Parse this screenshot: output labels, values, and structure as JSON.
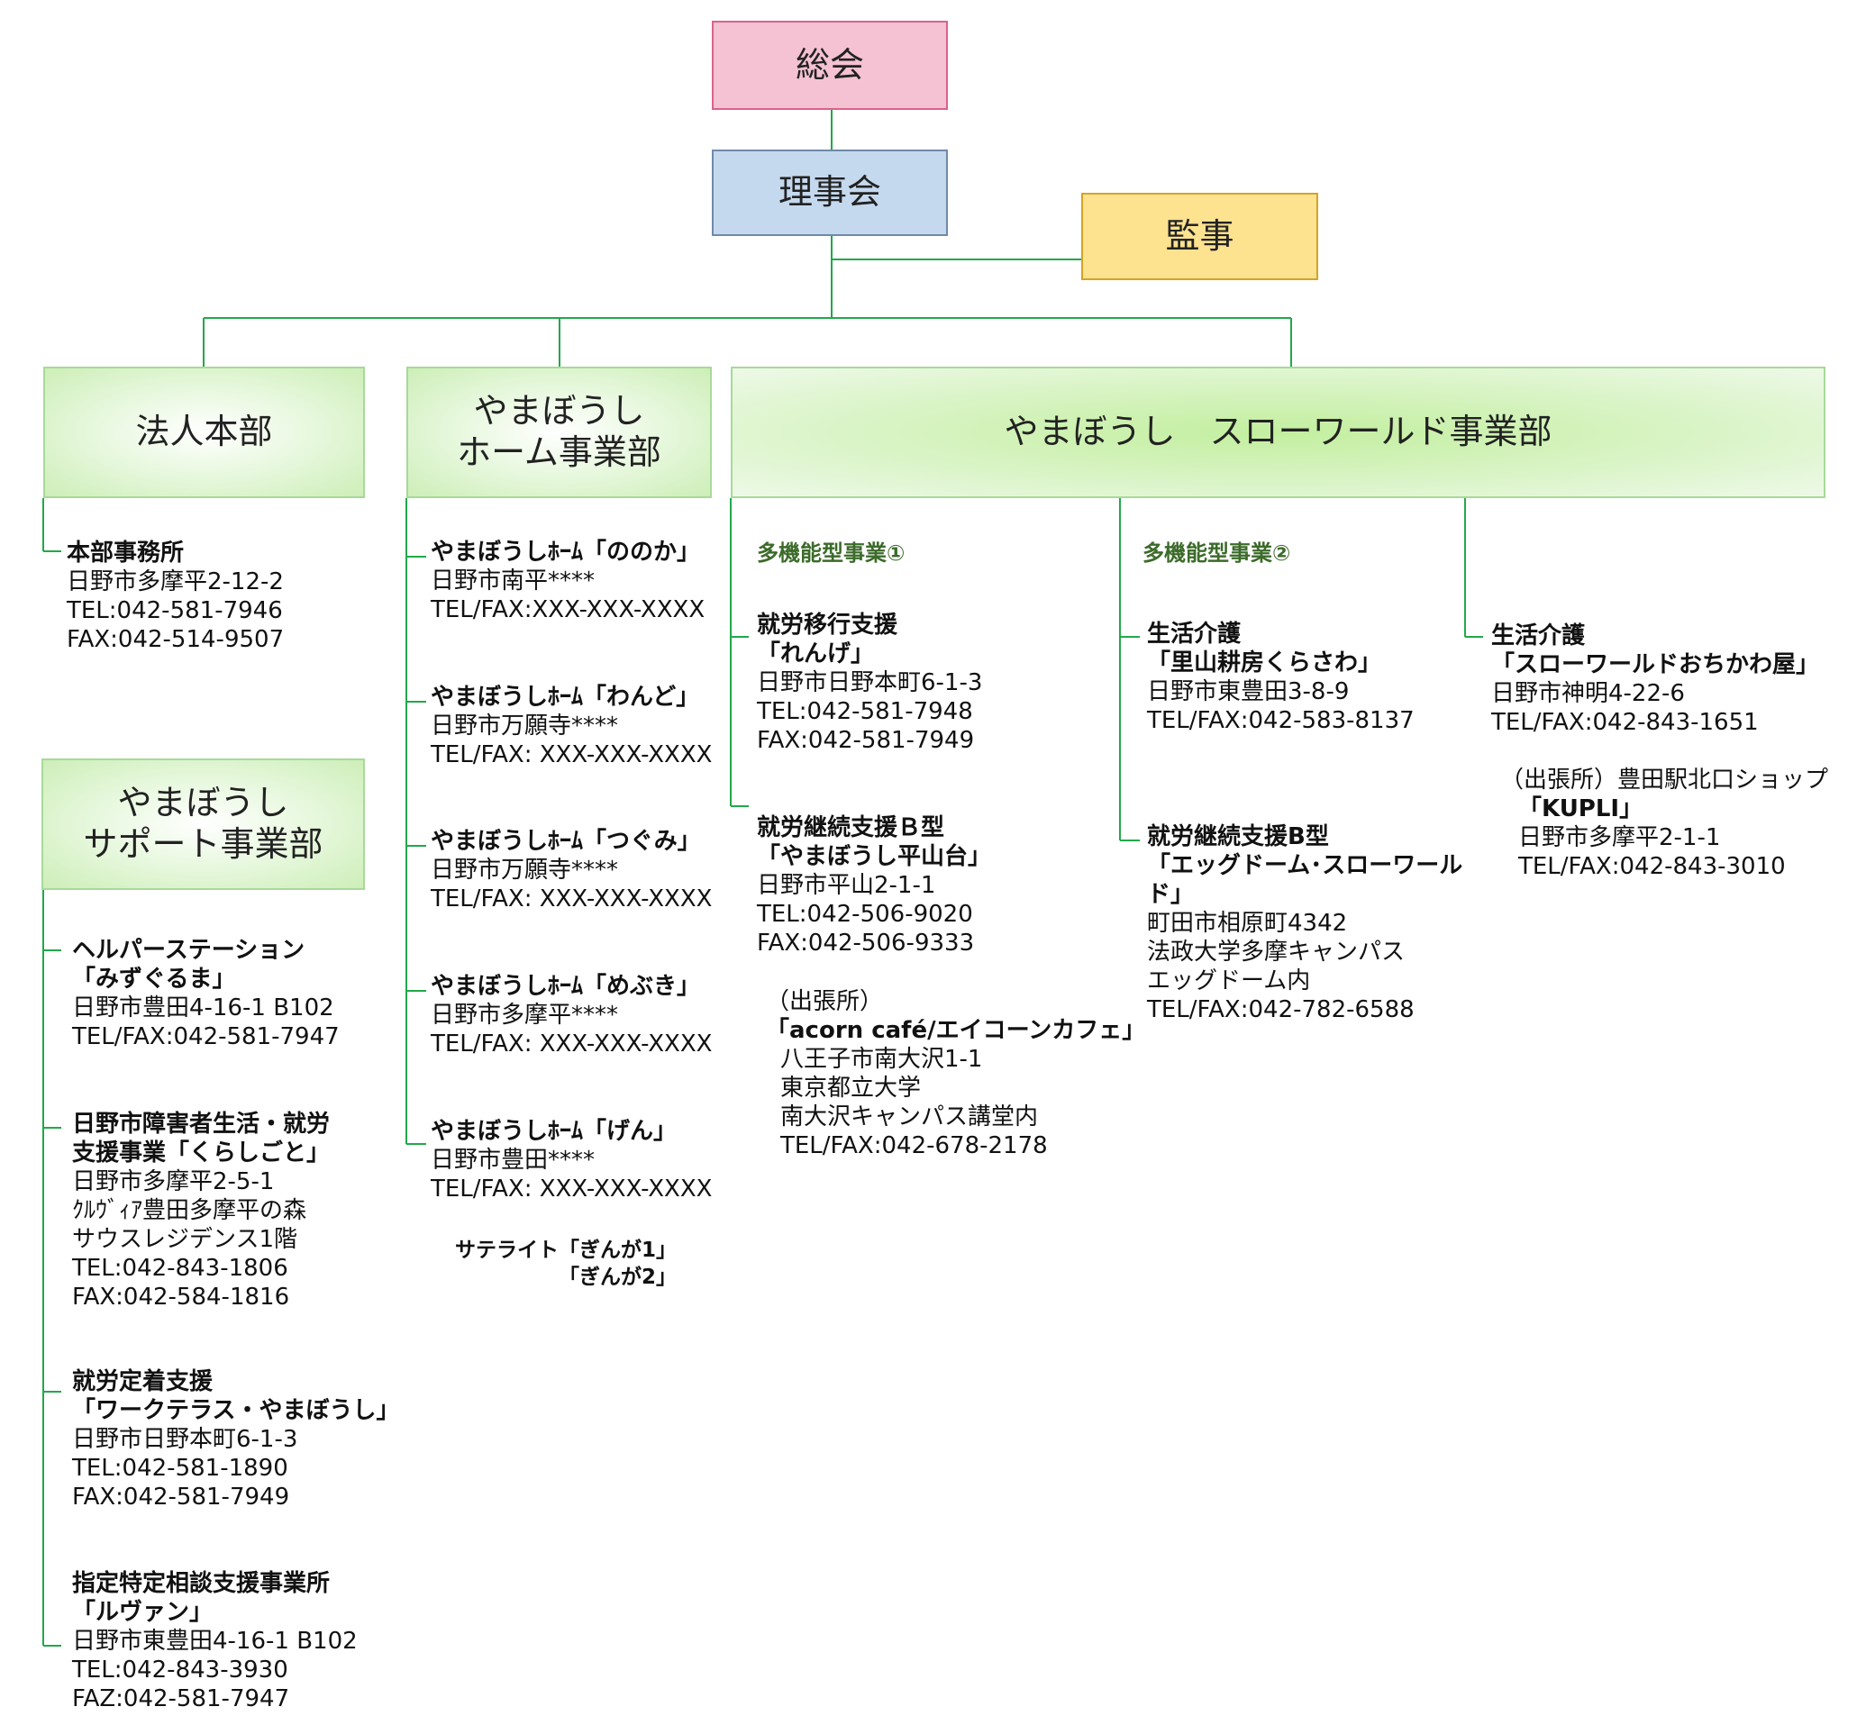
{
  "top": {
    "general": "総会",
    "board": "理事会",
    "auditor": "監事"
  },
  "departments": {
    "hq": "法人本部",
    "home": [
      "やまぼうし",
      "ホーム事業部"
    ],
    "slow": "やまぼうし　スローワールド事業部",
    "support": [
      "やまぼうし",
      "サポート事業部"
    ]
  },
  "hq_entry": {
    "title": "本部事務所",
    "lines": [
      "日野市多摩平2-12-2",
      "TEL:042-581-7946",
      "FAX:042-514-9507"
    ]
  },
  "support_entries": [
    {
      "title": [
        "ヘルパーステーション",
        "「みずぐるま」"
      ],
      "lines": [
        "日野市豊田4-16-1 B102",
        "TEL/FAX:042-581-7947"
      ]
    },
    {
      "title": [
        "日野市障害者生活・就労",
        "支援事業「くらしごと」"
      ],
      "lines": [
        "日野市多摩平2-5-1",
        "ｸﾙｳﾞｨｱ豊田多摩平の森",
        "サウスレジデンス1階",
        "TEL:042-843-1806",
        "FAX:042-584-1816"
      ]
    },
    {
      "title": [
        "就労定着支援",
        "「ワークテラス・やまぼうし」"
      ],
      "lines": [
        "日野市日野本町6-1-3",
        "TEL:042-581-1890",
        "FAX:042-581-7949"
      ]
    },
    {
      "title": [
        "指定特定相談支援事業所",
        "「ルヴァン」"
      ],
      "lines": [
        "日野市東豊田4-16-1 B102",
        "TEL:042-843-3930",
        "FAZ:042-581-7947"
      ]
    }
  ],
  "home_entries": [
    {
      "title": "やまぼうしﾎｰﾑ「ののか」",
      "lines": [
        "日野市南平****",
        "TEL/FAX:XXX-XXX-XXXX"
      ]
    },
    {
      "title": "やまぼうしﾎｰﾑ「わんど」",
      "lines": [
        "日野市万願寺****",
        "TEL/FAX: XXX-XXX-XXXX"
      ]
    },
    {
      "title": "やまぼうしﾎｰﾑ「つぐみ」",
      "lines": [
        "日野市万願寺****",
        "TEL/FAX: XXX-XXX-XXXX"
      ]
    },
    {
      "title": "やまぼうしﾎｰﾑ「めぶき」",
      "lines": [
        "日野市多摩平****",
        "TEL/FAX: XXX-XXX-XXXX"
      ]
    },
    {
      "title": "やまぼうしﾎｰﾑ「げん」",
      "lines": [
        "日野市豊田****",
        "TEL/FAX: XXX-XXX-XXXX"
      ]
    }
  ],
  "satellite": [
    "サテライト「ぎんが1」",
    "「ぎんが2」"
  ],
  "slow_sections": {
    "multi1": "多機能型事業①",
    "multi2": "多機能型事業②"
  },
  "slow_col1": [
    {
      "title": [
        "就労移行支援",
        "「れんげ」"
      ],
      "lines": [
        "日野市日野本町6-1-3",
        "TEL:042-581-7948",
        "FAX:042-581-7949"
      ]
    },
    {
      "title": [
        "就労継続支援Ｂ型",
        "「やまぼうし平山台」"
      ],
      "lines": [
        "日野市平山2-1-1",
        "TEL:042-506-9020",
        "FAX:042-506-9333"
      ]
    }
  ],
  "acorn": {
    "note": "（出張所）",
    "title": "「acorn café/エイコーンカフェ」",
    "lines": [
      "八王子市南大沢1-1",
      "東京都立大学",
      "南大沢キャンパス講堂内",
      "TEL/FAX:042-678-2178"
    ]
  },
  "slow_col2": [
    {
      "title": [
        "生活介護",
        "「里山耕房くらさわ」"
      ],
      "lines": [
        "日野市東豊田3-8-9",
        "TEL/FAX:042-583-8137"
      ]
    },
    {
      "title": [
        "就労継続支援B型",
        "「エッグドーム･スローワール",
        "ド」"
      ],
      "lines": [
        "町田市相原町4342",
        "法政大学多摩キャンパス",
        "エッグドーム内",
        "TEL/FAX:042-782-6588"
      ]
    }
  ],
  "slow_col3": {
    "title": [
      "生活介護",
      "「スローワールドおちかわ屋」"
    ],
    "lines": [
      "日野市神明4-22-6",
      "TEL/FAX:042-843-1651"
    ]
  },
  "kupli": {
    "note": "（出張所）豊田駅北口ショップ",
    "title": "「KUPLI」",
    "lines": [
      "日野市多摩平2-1-1",
      "TEL/FAX:042-843-3010"
    ]
  }
}
